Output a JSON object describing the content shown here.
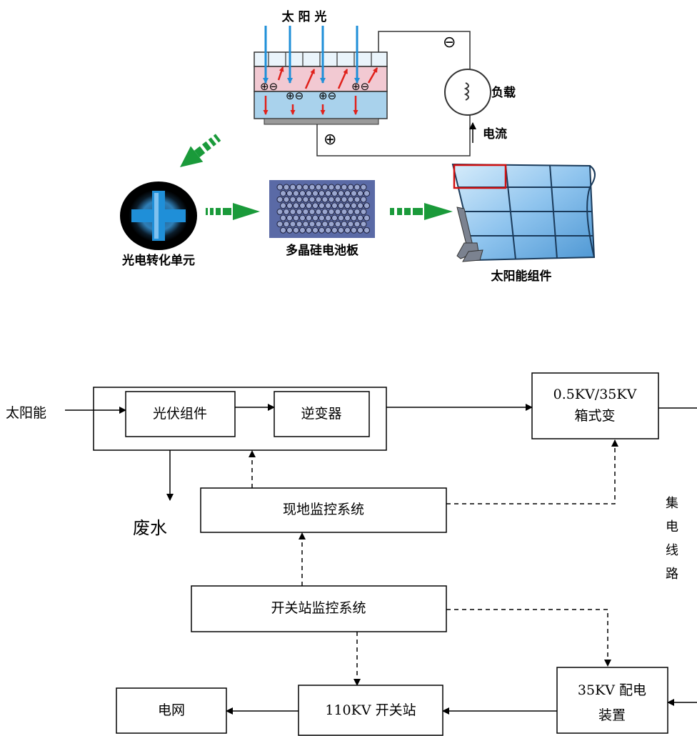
{
  "illustration": {
    "sunlight_label": "太 阳 光",
    "load_label": "负载",
    "current_label": "电流",
    "negative_symbol": "⊖",
    "positive_symbol": "⊕",
    "cell_unit_label": "光电转化单元",
    "poly_panel_label": "多晶硅电池板",
    "module_label": "太阳能组件"
  },
  "flowchart": {
    "solar_input": "太阳能",
    "pv_module": "光伏组件",
    "inverter": "逆变器",
    "transformer_line1": "0.5KV/35KV",
    "transformer_line2": "箱式变",
    "waste_water": "废水",
    "local_monitoring": "现地监控系统",
    "switch_station_monitoring": "开关站监控系统",
    "collector_line_chars": [
      "集",
      "电",
      "线",
      "路"
    ],
    "grid": "电网",
    "switch_station": "110KV 开关站",
    "distribution_line1": "35KV 配电",
    "distribution_line2": "装置"
  },
  "colors": {
    "sun_ray_blue": "#1f8fd8",
    "carrier_red": "#e0201a",
    "guide_arrow_green": "#1a9a3a",
    "cell_pink_layer": "#f2c9d2",
    "cell_blue_layer": "#a9d2ec",
    "poly_panel_bg": "#5a6aa6",
    "module_glass": "#8fc4ee"
  }
}
